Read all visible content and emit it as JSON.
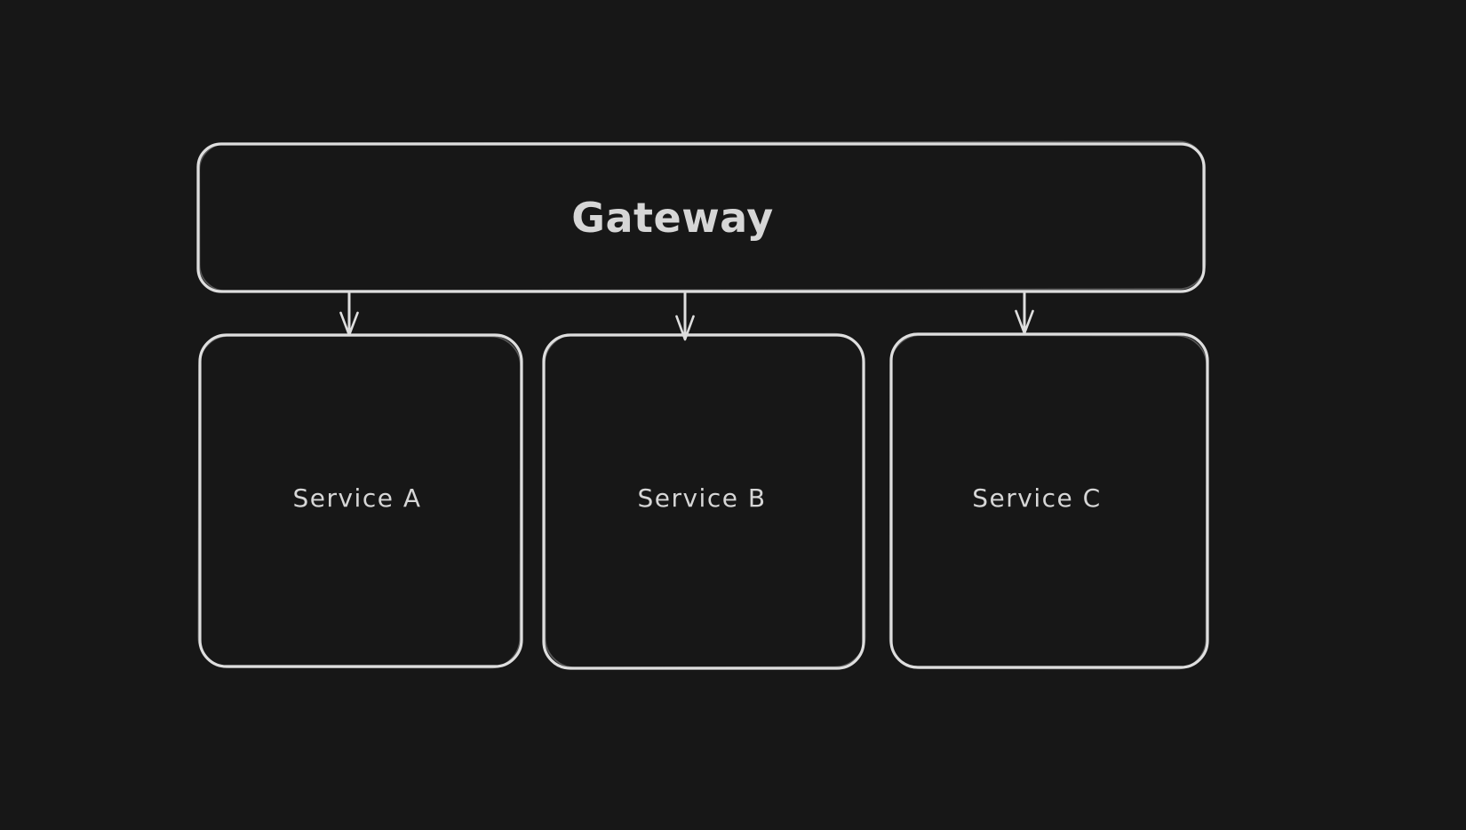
{
  "canvas": {
    "background": "#171717",
    "stroke_color": "#dedede",
    "text_color": "#d6d6d6"
  },
  "diagram": {
    "nodes": [
      {
        "id": "gateway",
        "label": "Gateway",
        "shape": "rounded-rectangle"
      },
      {
        "id": "service-a",
        "label": "Service A",
        "shape": "rounded-rectangle"
      },
      {
        "id": "service-b",
        "label": "Service B",
        "shape": "rounded-rectangle"
      },
      {
        "id": "service-c",
        "label": "Service C",
        "shape": "rounded-rectangle"
      }
    ],
    "edges": [
      {
        "from": "gateway",
        "to": "service-a",
        "type": "arrow-down"
      },
      {
        "from": "gateway",
        "to": "service-b",
        "type": "arrow-down"
      },
      {
        "from": "gateway",
        "to": "service-c",
        "type": "arrow-down"
      }
    ]
  }
}
